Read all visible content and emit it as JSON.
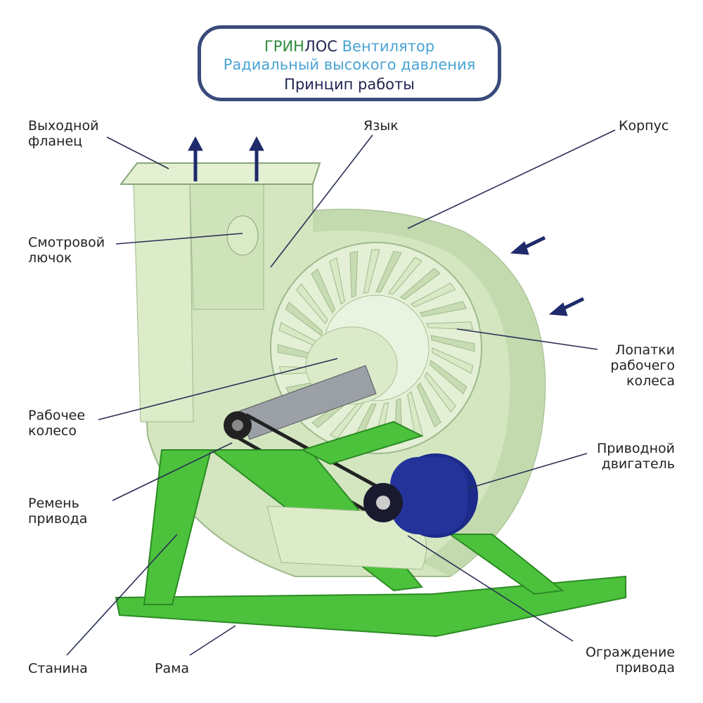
{
  "title": {
    "brand_part1": "ГРИН",
    "brand_part2": "ЛОС",
    "product": "Вентилятор",
    "subtitle": "Радиальный высокого давления",
    "caption": "Принцип работы"
  },
  "labels": {
    "outlet_flange": [
      "Выходной",
      "фланец"
    ],
    "tongue": "Язык",
    "housing": "Корпус",
    "inspection_hatch": [
      "Смотровой",
      "лючок"
    ],
    "impeller_blades": [
      "Лопатки",
      "рабочего",
      "колеса"
    ],
    "impeller": [
      "Рабочее",
      "колесо"
    ],
    "drive_motor": [
      "Приводной",
      "двигатель"
    ],
    "drive_belt": [
      "Ремень",
      "привода"
    ],
    "stand": "Станина",
    "frame": "Рама",
    "drive_guard": [
      "Ограждение",
      "привода"
    ]
  },
  "colors": {
    "brand_green": "#2f8a3c",
    "brand_blue": "#4aa3d3",
    "navy": "#1e2350",
    "housing": "#d6e8c4",
    "frame": "#4cc23c",
    "motor": "#1c2a8a"
  }
}
